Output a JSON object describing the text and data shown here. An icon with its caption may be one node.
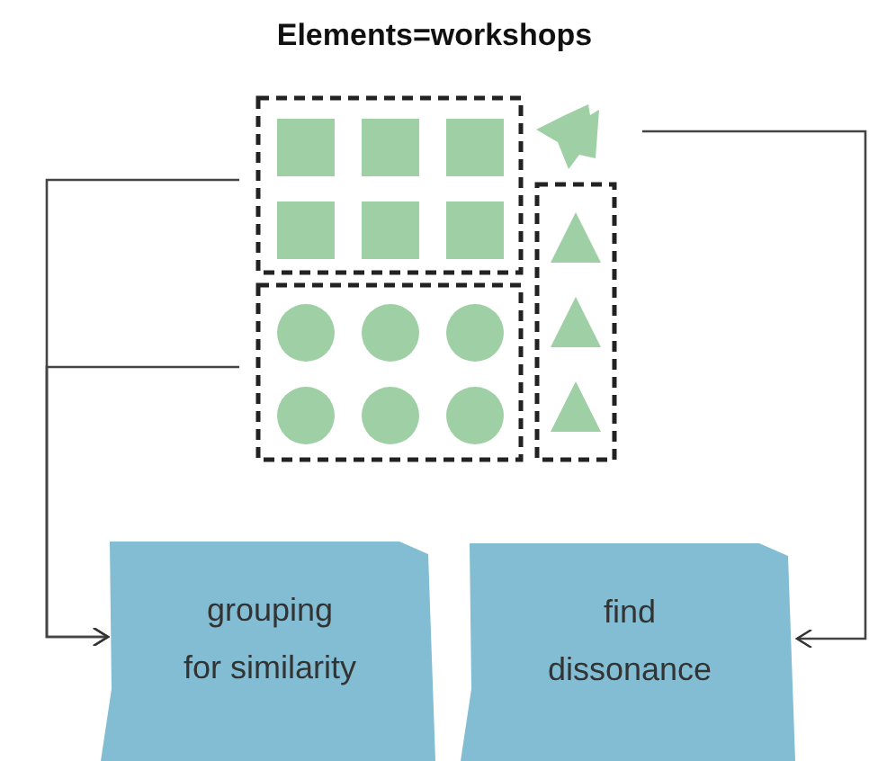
{
  "diagram": {
    "title": "Elements=workshops",
    "nodes": [
      {
        "text": [],
        "shape": "box"
      },
      {
        "text": [],
        "shape": "box"
      },
      {
        "text": [],
        "shape": "box"
      },
      {
        "text": [],
        "shape": "star"
      },
      {
        "text": [
          "grouping for similarity"
        ]
      },
      {
        "text": [
          "find dissonance"
        ]
      }
    ],
    "edges": [
      {
        "from": 0,
        "to": 4,
        "arrow": "to"
      },
      {
        "from": 1,
        "to": 4,
        "arrow": "to"
      },
      {
        "from": 3,
        "to": 5,
        "arrow": "to"
      }
    ]
  }
}
